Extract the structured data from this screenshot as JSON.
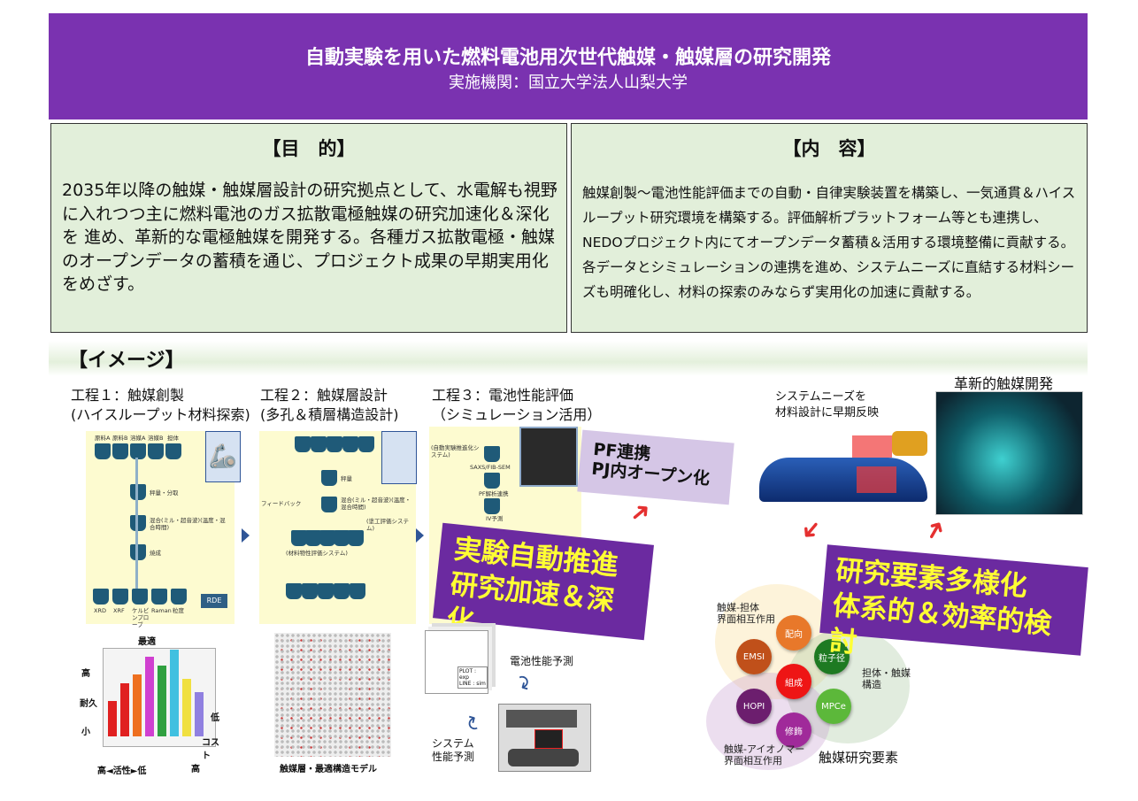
{
  "header": {
    "title": "自動実験を用いた燃料電池用次世代触媒・触媒層の研究開発",
    "subtitle": "実施機関：国立大学法人山梨大学"
  },
  "purpose": {
    "heading": "【目　的】",
    "text": "2035年以降の触媒・触媒層設計の研究拠点として、水電解も視野に入れつつ主に燃料電池のガス拡散電極触媒の研究加速化＆深化を 進め、革新的な電極触媒を開発する。各種ガス拡散電極・触媒のオープンデータの蓄積を通じ、プロジェクト成果の早期実用化をめざす。"
  },
  "content": {
    "heading": "【内　容】",
    "text": "触媒創製～電池性能評価までの自動・自律実験装置を構築し、一気通貫＆ハイスループット研究環境を構築する。評価解析プラットフォーム等とも連携し、NEDOプロジェクト内にてオープンデータ蓄積＆活用する環境整備に貢献する。各データとシミュレーションの連携を進め、システムニーズに直結する材料シーズも明確化し、材料の探索のみならず実用化の加速に貢献する。"
  },
  "image_section": {
    "heading": "【イメージ】",
    "steps": [
      {
        "title": "工程１：触媒創製",
        "sub": "(ハイスループット材料探索)",
        "labels": [
          "原料A",
          "原料B",
          "溶媒A",
          "溶媒B",
          "担体",
          "秤量・分取",
          "混合(ミル・超音波)(温度・混合時間)",
          "焼成",
          "XRD",
          "XRF",
          "ケルビンプローブ",
          "Raman",
          "粒度",
          "RDE"
        ]
      },
      {
        "title": "工程２：触媒層設計",
        "sub": "(多孔＆積層構造設計)",
        "labels": [
          "フィードバック",
          "秤量",
          "混合(ミル・超音波)(温度・混合時間)",
          "(材料物性評価システム)",
          "(塗工評価システム)"
        ]
      },
      {
        "title": "工程３：電池性能評価",
        "sub": "（シミュレーション活用）",
        "labels": [
          "(自動実験推進化システム)",
          "SAXS/FIB-SEM",
          "PF解析連携",
          "IV予測"
        ]
      }
    ],
    "pf_box": "PF連携\nPJ内オープン化",
    "banner1": [
      "実験自動推進",
      "研究加速＆深化"
    ],
    "needs": [
      "システムニーズを",
      "材料設計に早期反映"
    ],
    "innovative": "革新的触媒開発",
    "banner2": [
      "研究要素多様化",
      "体系的＆効率的検討"
    ],
    "chart": {
      "top": "最適",
      "high": "高",
      "durability": "耐久",
      "small": "小",
      "low": "低",
      "cost": "コスト",
      "high2": "高",
      "activity": "高◄活性►低"
    },
    "structure_caption": "触媒層・最適構造モデル",
    "sim": {
      "battery": "電池性能予測",
      "system": "システム\n性能予測",
      "plot": "PLOT : exp\nLINE : sim"
    },
    "elements": {
      "center": "組成",
      "nodes": [
        "配向",
        "粒子径",
        "MPCe",
        "修飾",
        "HOPI",
        "EMSI"
      ],
      "groups": [
        "触媒-担体\n界面相互作用",
        "担体・触媒\n構造",
        "触媒-アイオノマー\n界面相互作用"
      ],
      "title": "触媒研究要素"
    }
  }
}
